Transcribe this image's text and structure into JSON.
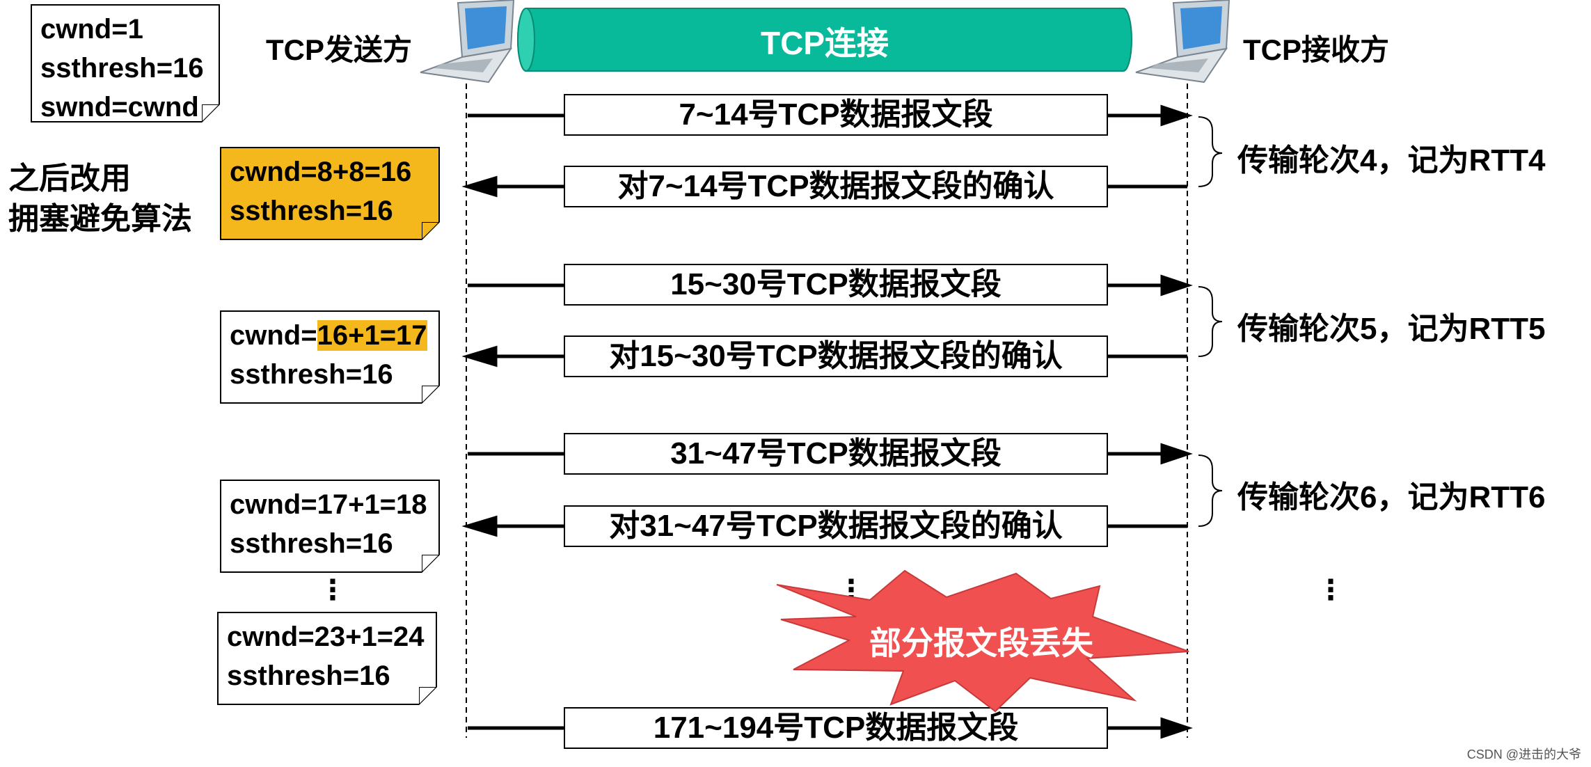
{
  "sender_label": "TCP发送方",
  "receiver_label": "TCP接收方",
  "connection_label": "TCP连接",
  "switch_note": [
    "之后改用",
    "拥塞避免算法"
  ],
  "notes": [
    {
      "lines": [
        "cwnd=1",
        "ssthresh=16",
        "swnd=cwnd"
      ]
    },
    {
      "lines": [
        "cwnd=8+8=16",
        "ssthresh=16"
      ]
    },
    {
      "line1_prefix": "cwnd=",
      "line1_highlight": "16+1=17",
      "line2": "ssthresh=16"
    },
    {
      "lines": [
        "cwnd=17+1=18",
        "ssthresh=16"
      ]
    },
    {
      "lines": [
        "cwnd=23+1=24",
        "ssthresh=16"
      ]
    }
  ],
  "segments": [
    "7~14号TCP数据报文段",
    "对7~14号TCP数据报文段的确认",
    "15~30号TCP数据报文段",
    "对15~30号TCP数据报文段的确认",
    "31~47号TCP数据报文段",
    "对31~47号TCP数据报文段的确认",
    "171~194号TCP数据报文段"
  ],
  "rounds": [
    "传输轮次4，记为RTT4",
    "传输轮次5，记为RTT5",
    "传输轮次6，记为RTT6"
  ],
  "ellipsis": "⋮",
  "loss_label": "部分报文段丢失",
  "credit": "CSDN @进击的大爷",
  "colors": {
    "connection": "#08b99a",
    "note_highlight": "#f4b81d",
    "burst": "#f05050"
  }
}
